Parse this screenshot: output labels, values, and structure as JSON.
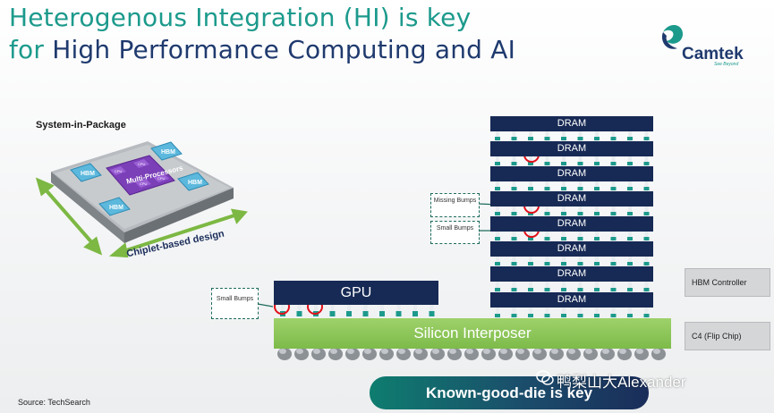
{
  "title": {
    "line1": "Heterogenous Integration (HI) is key",
    "line2_part1": "for ",
    "line2_part2": "High Performance Computing and AI"
  },
  "logo": {
    "name": "Camtek",
    "tagline": "See Beyond"
  },
  "colors": {
    "teal": "#1c9a8c",
    "navy": "#1f3a6e",
    "dram_navy": "#172a55",
    "interposer_green": "#8cc65a",
    "chiplet_purple": "#7b3fb8",
    "hbm_blue": "#5cb8dc",
    "arrow_green": "#7cb843",
    "highlight_red": "#e0101a"
  },
  "system_in_package": {
    "label": "System-in-Package",
    "hbm_label": "HBM",
    "processor_label": "Multi-Processors",
    "cpu_label": "CPU",
    "caption": "Chiplet-based design"
  },
  "stack": {
    "dram_layers": [
      "DRAM",
      "DRAM",
      "DRAM",
      "DRAM",
      "DRAM",
      "DRAM",
      "DRAM",
      "DRAM"
    ],
    "gpu_label": "GPU",
    "interposer_label": "Silicon Interposer"
  },
  "callouts": {
    "missing_bumps": "Missing Bumps",
    "small_bumps_stack": "Small Bumps",
    "small_bumps_gpu": "Small Bumps"
  },
  "side_labels": {
    "hbm_controller": "HBM Controller",
    "c4": "C4 (Flip Chip)"
  },
  "footer": {
    "source": "Source:  TechSearch",
    "key_message": "Known-good-die is key",
    "watermark": "鸭梨山大Alexander"
  }
}
